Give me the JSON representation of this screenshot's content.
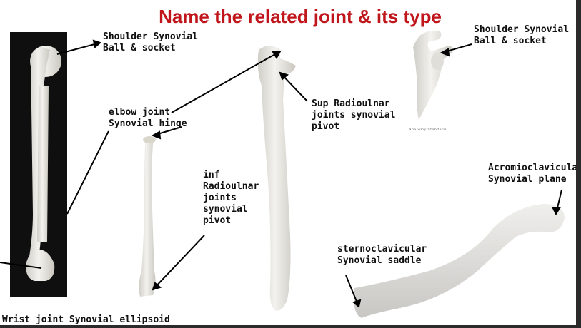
{
  "slide": {
    "title": "Name the related joint & its type",
    "labels": {
      "shoulder_left": "Shoulder Synovial\nBall & socket",
      "shoulder_right": "Shoulder Synovial\nBall & socket",
      "elbow": "elbow joint\nSynovial hinge",
      "sup_radioulnar": "Sup Radioulnar\njoints synovial\npivot",
      "inf_radioulnar": "inf\nRadioulnar\njoints\nsynovial\npivot",
      "acromioclavicular": "Acromioclavicular\nSynovial plane",
      "sternoclavicular": "sternoclavicular\nSynovial saddle",
      "wrist": "Wrist joint Synovial ellipsoid"
    },
    "image_credit": "Anatomy Standard",
    "colors": {
      "title": "#c0161b",
      "label_text": "#111111",
      "bone": "#e8e6df",
      "humerus_background": "#0f0f0f"
    }
  }
}
